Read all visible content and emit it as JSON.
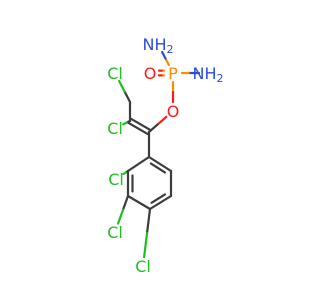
{
  "molecule": {
    "colors": {
      "carbon_bond": "#3c3c3c",
      "chlorine": "#1fbf1f",
      "oxygen": "#ff1a1a",
      "phosphorus": "#ff8c00",
      "nitrogen": "#2a4cdf"
    },
    "atoms": [
      {
        "id": "nh2_top",
        "label": "NH",
        "sub": "2",
        "color_key": "nitrogen",
        "label_name": "nh2-top-label"
      },
      {
        "id": "o_double",
        "label": "O",
        "color_key": "oxygen",
        "label_name": "oxygen-double-label"
      },
      {
        "id": "p",
        "label": "P",
        "color_key": "phosphorus",
        "label_name": "phosphorus-label"
      },
      {
        "id": "nh2_right",
        "label": "NH",
        "sub": "2",
        "color_key": "nitrogen",
        "label_name": "nh2-right-label"
      },
      {
        "id": "o_ether",
        "label": "O",
        "color_key": "oxygen",
        "label_name": "oxygen-ether-label"
      },
      {
        "id": "cl_vinyl_top",
        "label": "Cl",
        "color_key": "chlorine",
        "label_name": "chlorine-vinyl-top-label"
      },
      {
        "id": "cl_vinyl_left",
        "label": "Cl",
        "color_key": "chlorine",
        "label_name": "chlorine-vinyl-left-label"
      },
      {
        "id": "cl_ring_2",
        "label": "Cl",
        "color_key": "chlorine",
        "label_name": "chlorine-ring-2-label"
      },
      {
        "id": "cl_ring_3",
        "label": "Cl",
        "color_key": "chlorine",
        "label_name": "chlorine-ring-3-label"
      },
      {
        "id": "cl_ring_4",
        "label": "Cl",
        "color_key": "chlorine",
        "label_name": "chlorine-ring-4-label"
      }
    ]
  }
}
